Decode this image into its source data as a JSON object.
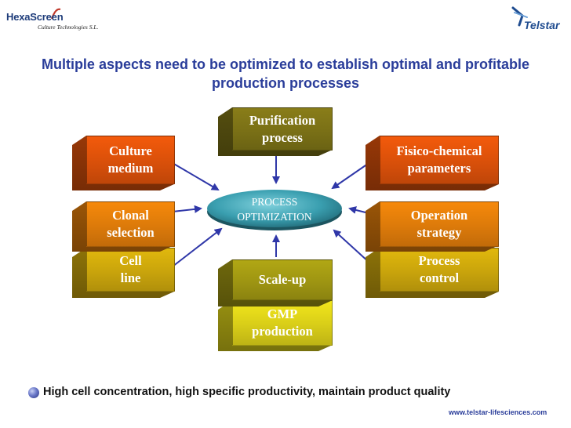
{
  "logos": {
    "hexascreen": {
      "name": "HexaScreen",
      "subtitle": "Culture Technologies S.L."
    },
    "telstar": {
      "name": "Telstar"
    }
  },
  "title": "Multiple aspects need to be optimized to establish optimal and profitable production processes",
  "center": {
    "label": "PROCESS\nOPTIMIZATION",
    "color": "#3a9fb0"
  },
  "boxes": {
    "purification": {
      "label": "Purification\nprocess",
      "color": "#7a7016"
    },
    "culture_medium": {
      "label": "Culture\nmedium",
      "color": "#d9500a"
    },
    "clonal_selection": {
      "label": "Clonal\nselection",
      "color": "#dc7a0a"
    },
    "cell_line": {
      "label": "Cell\nline",
      "color": "#c9a40c"
    },
    "scale_up": {
      "label": "Scale-up",
      "color": "#9e9512"
    },
    "gmp_production": {
      "label": "GMP\nproduction",
      "color": "#d8cd18"
    },
    "fisico_chemical": {
      "label": "Fisico-chemical\nparameters",
      "color": "#d9500a"
    },
    "operation_strategy": {
      "label": "Operation\nstrategy",
      "color": "#dc7a0a"
    },
    "process_control": {
      "label": "Process\ncontrol",
      "color": "#c9a40c"
    }
  },
  "arrow_color": "#2f37a8",
  "bottom_statement": "High cell concentration, high specific productivity, maintain product quality",
  "footer_url": "www.telstar-lifesciences.com"
}
